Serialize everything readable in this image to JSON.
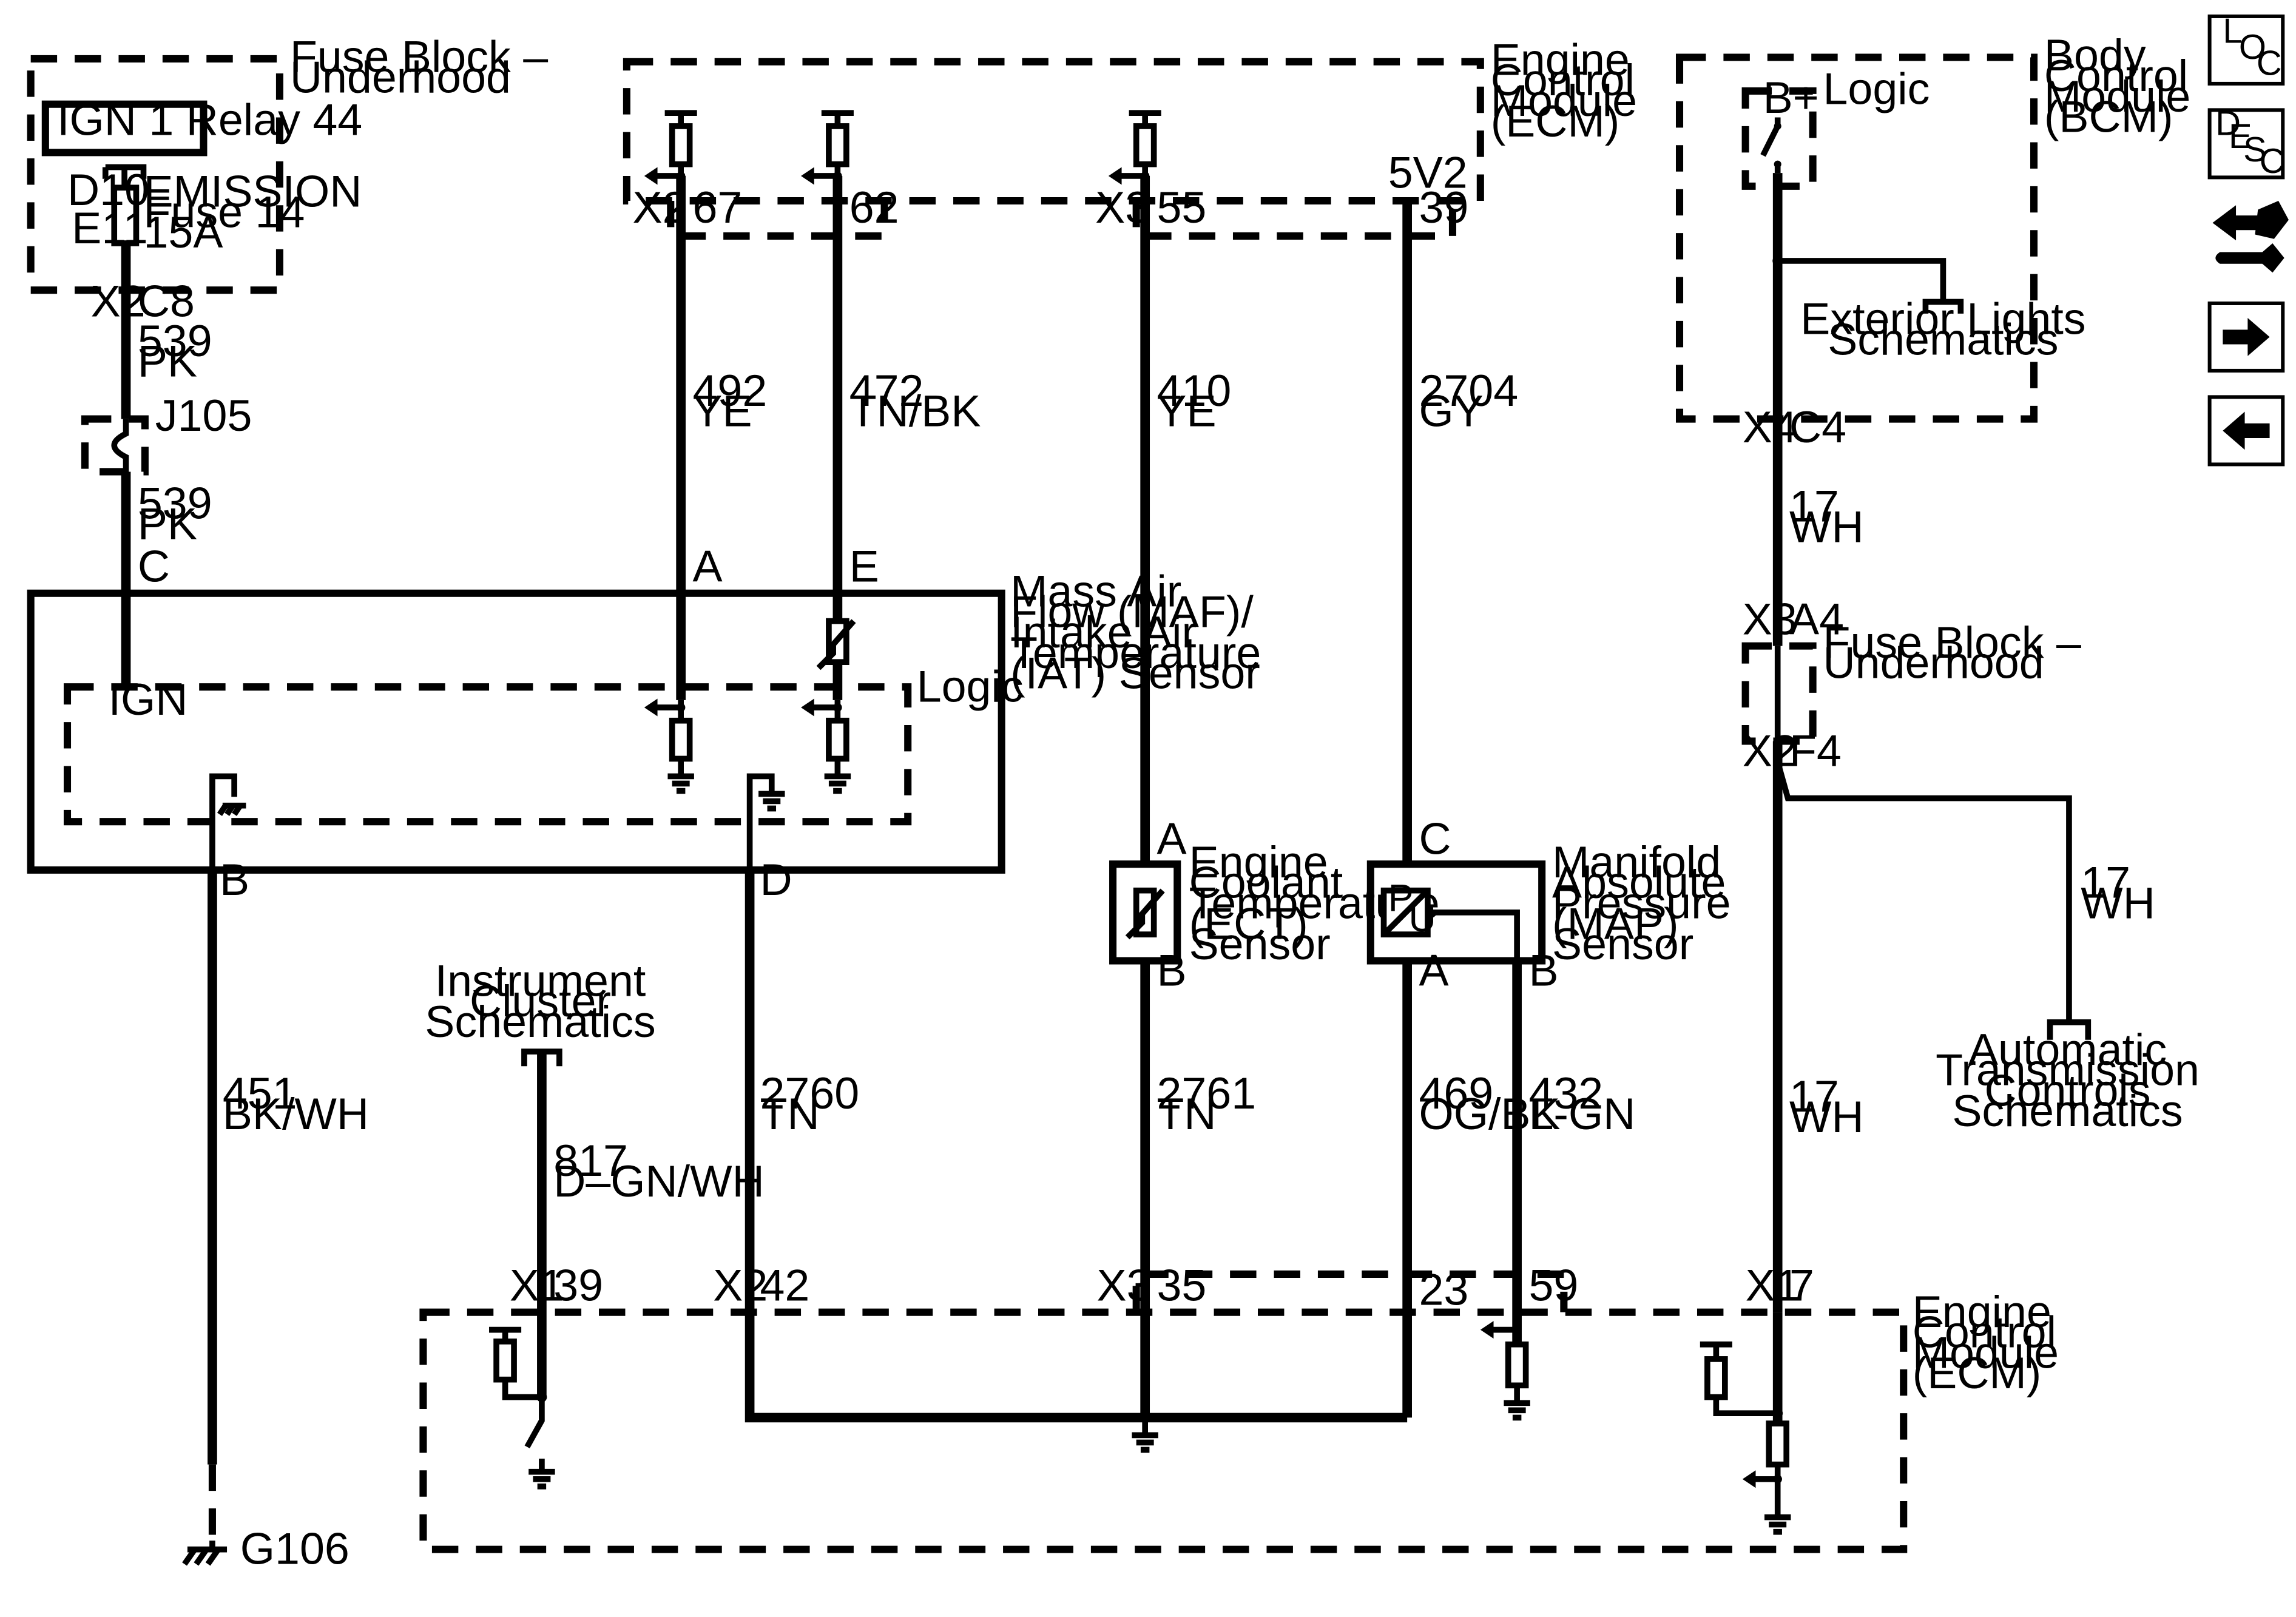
{
  "fuse_block_top": {
    "title": [
      "Fuse Block –",
      "Underhood"
    ],
    "relay": "IGN 1 Relay 44",
    "fuse_pin_top": "D10",
    "fuse_pin_bottom": "E11",
    "fuse_label": [
      "EMISSION",
      "Fuse 14",
      "15A"
    ],
    "conn": "X2",
    "pin": "C8"
  },
  "wire_539_upper": {
    "circuit": "539",
    "color": "PK"
  },
  "splice": "J105",
  "wire_539_lower": {
    "circuit": "539",
    "color": "PK"
  },
  "ecm_top": {
    "title": [
      "Engine",
      "Control",
      "Module",
      "(ECM)"
    ],
    "conn_x2": "X2",
    "pin_67": "67",
    "pin_62": "62",
    "conn_x3": "X3",
    "pin_55": "55",
    "ref": "5V2",
    "pin_39": "39"
  },
  "wire_492": {
    "circuit": "492",
    "color": "YE"
  },
  "wire_472": {
    "circuit": "472",
    "color": "TN/BK"
  },
  "wire_410": {
    "circuit": "410",
    "color": "YE"
  },
  "wire_2704": {
    "circuit": "2704",
    "color": "GY"
  },
  "maf": {
    "title": [
      "Mass Air",
      "Flow (MAF)/",
      "Intake Air",
      "Temperature",
      "(IAT) Sensor"
    ],
    "pin_c": "C",
    "pin_a": "A",
    "pin_e": "E",
    "pin_b": "B",
    "pin_d": "D",
    "logic": "Logic",
    "ign": "IGN"
  },
  "ect": {
    "title": [
      "Engine",
      "Coolant",
      "Temperature",
      "(ECT)",
      "Sensor"
    ],
    "pin_a": "A",
    "pin_b": "B"
  },
  "map": {
    "title": [
      "Manifold",
      "Absolute",
      "Pressure",
      "(MAP)",
      "Sensor"
    ],
    "pin_c": "C",
    "pin_a": "A",
    "pin_b": "B",
    "sym_p": "P",
    "sym_u": "U"
  },
  "bcm": {
    "title": [
      "Body",
      "Control",
      "Module",
      "(BCM)"
    ],
    "bplus": "B+",
    "logic": "Logic",
    "ext_lights": [
      "Exterior Lights",
      "Schematics"
    ],
    "conn": "X4",
    "pin": "C4"
  },
  "wire_17_a": {
    "circuit": "17",
    "color": "WH"
  },
  "fuse_block_right": {
    "title": [
      "Fuse Block –",
      "Underhood"
    ],
    "conn_top": "X3",
    "pin_top": "A4",
    "conn_bottom": "X2",
    "pin_bottom": "F4"
  },
  "wire_17_b": {
    "circuit": "17",
    "color": "WH"
  },
  "wire_17_c": {
    "circuit": "17",
    "color": "WH"
  },
  "atc": [
    "Automatic",
    "Transmission",
    "Controls",
    "Schematics"
  ],
  "instrument_cluster": [
    "Instrument",
    "Cluster",
    "Schematics"
  ],
  "wire_817": {
    "circuit": "817",
    "color": "D–GN/WH"
  },
  "wire_451": {
    "circuit": "451",
    "color": "BK/WH"
  },
  "wire_2760": {
    "circuit": "2760",
    "color": "TN"
  },
  "wire_2761": {
    "circuit": "2761",
    "color": "TN"
  },
  "wire_469": {
    "circuit": "469",
    "color": "OG/BK"
  },
  "wire_432": {
    "circuit": "432",
    "color": "L-GN"
  },
  "ecm_bottom": {
    "title": [
      "Engine",
      "Control",
      "Module",
      "(ECM)"
    ],
    "conn_x1a": "X1",
    "pin_39": "39",
    "conn_x2": "X2",
    "pin_42": "42",
    "conn_x3": "X3",
    "pin_35": "35",
    "pin_23": "23",
    "pin_59": "59",
    "conn_x1b": "X1",
    "pin_7": "7"
  },
  "ground": "G106",
  "nav": {
    "loc": [
      "L",
      "O",
      "C"
    ],
    "desc": [
      "D",
      "E",
      "S",
      "C"
    ]
  }
}
